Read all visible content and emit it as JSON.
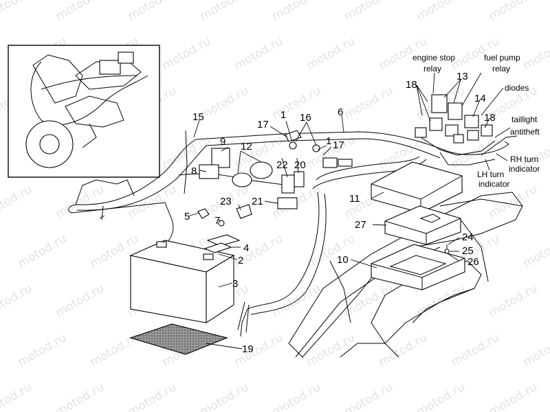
{
  "watermark": "motod.ru",
  "callouts": [
    {
      "id": "c1a",
      "text": "1"
    },
    {
      "id": "c1b",
      "text": "1"
    },
    {
      "id": "c2",
      "text": "2"
    },
    {
      "id": "c3",
      "text": "3"
    },
    {
      "id": "c4",
      "text": "4"
    },
    {
      "id": "c5",
      "text": "5"
    },
    {
      "id": "c6",
      "text": "6"
    },
    {
      "id": "c7",
      "text": "7"
    },
    {
      "id": "c8",
      "text": "8"
    },
    {
      "id": "c9",
      "text": "9"
    },
    {
      "id": "c10",
      "text": "10"
    },
    {
      "id": "c11",
      "text": "11"
    },
    {
      "id": "c12",
      "text": "12"
    },
    {
      "id": "c13",
      "text": "13"
    },
    {
      "id": "c14",
      "text": "14"
    },
    {
      "id": "c15",
      "text": "15"
    },
    {
      "id": "c16",
      "text": "16"
    },
    {
      "id": "c17a",
      "text": "17"
    },
    {
      "id": "c17b",
      "text": "17"
    },
    {
      "id": "c18a",
      "text": "18"
    },
    {
      "id": "c18b",
      "text": "18"
    },
    {
      "id": "c19",
      "text": "19"
    },
    {
      "id": "c20",
      "text": "20"
    },
    {
      "id": "c21",
      "text": "21"
    },
    {
      "id": "c22",
      "text": "22"
    },
    {
      "id": "c23",
      "text": "23"
    },
    {
      "id": "c24",
      "text": "24"
    },
    {
      "id": "c25",
      "text": "25"
    },
    {
      "id": "c26",
      "text": "26"
    },
    {
      "id": "c27",
      "text": "27"
    }
  ],
  "annotations": {
    "engine_stop_relay": [
      "engine stop",
      "relay"
    ],
    "fuel_pump_relay": [
      "fuel pump",
      "relay"
    ],
    "diodes": "diodes",
    "taillight": "taillight",
    "antitheft": "antitheft",
    "rh_turn_indicator": [
      "RH turn",
      "indicator"
    ],
    "lh_turn_indicator": [
      "LH turn",
      "indicator"
    ]
  }
}
